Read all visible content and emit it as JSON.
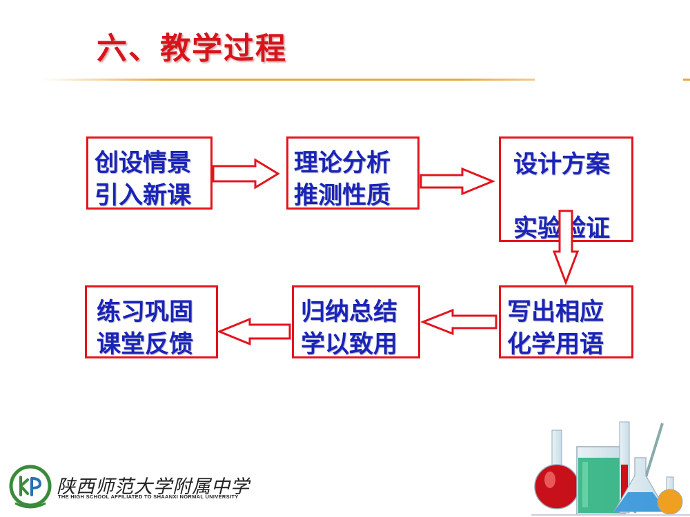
{
  "slide": {
    "title": "六、教学过程"
  },
  "flow": {
    "boxes": [
      {
        "line1": "创设情景",
        "line2": "引入新课"
      },
      {
        "line1": "理论分析",
        "line2": "推测性质"
      },
      {
        "line1": "设计方案",
        "line2": "实验验证"
      },
      {
        "line1": "写出相应",
        "line2": "化学用语"
      },
      {
        "line1": "归纳总结",
        "line2": "学以致用"
      },
      {
        "line1": "练习巩固",
        "line2": "课堂反馈"
      }
    ]
  },
  "footer": {
    "school_name_cn": "陕西师范大学附属中学",
    "school_name_en": "THE HIGH SCHOOL AFFILIATED TO SHAANXI NORMAL UNIVERSITY"
  },
  "colors": {
    "title": "#d8141b",
    "box_border": "#e3141c",
    "text": "#1a24b8",
    "rule": "#e8a83c",
    "logo": "#3a8a3a"
  },
  "icons": {
    "logo": "school-logo-icon",
    "decoration": "lab-glassware-icon"
  }
}
